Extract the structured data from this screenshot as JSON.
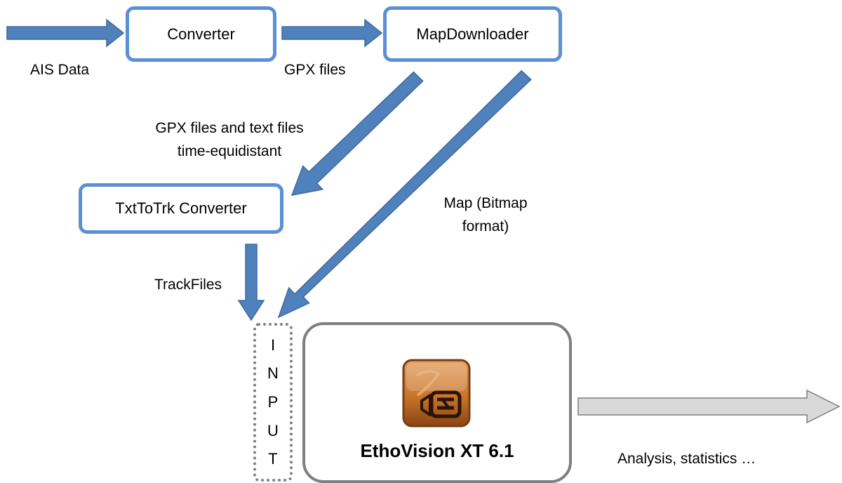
{
  "boxes": {
    "converter": "Converter",
    "map_downloader": "MapDownloader",
    "txt_to_trk": "TxtToTrk Converter",
    "ethovision": "EthoVision XT 6.1"
  },
  "labels": {
    "ais_data": "AIS Data",
    "gpx_files": "GPX files",
    "gpx_text_line1": "GPX files and text files",
    "gpx_text_line2": "time-equidistant",
    "map_line1": "Map (Bitmap",
    "map_line2": "format)",
    "track_files": "TrackFiles",
    "analysis": "Analysis, statistics …"
  },
  "input_letters": [
    "I",
    "N",
    "P",
    "U",
    "T"
  ],
  "colors": {
    "blue_arrow": "#4f81bd",
    "blue_border": "#5b8fd6",
    "grey_border": "#7f7f7f",
    "grey_arrow": "#d9d9d9",
    "logo_orange": "#c8752a"
  }
}
